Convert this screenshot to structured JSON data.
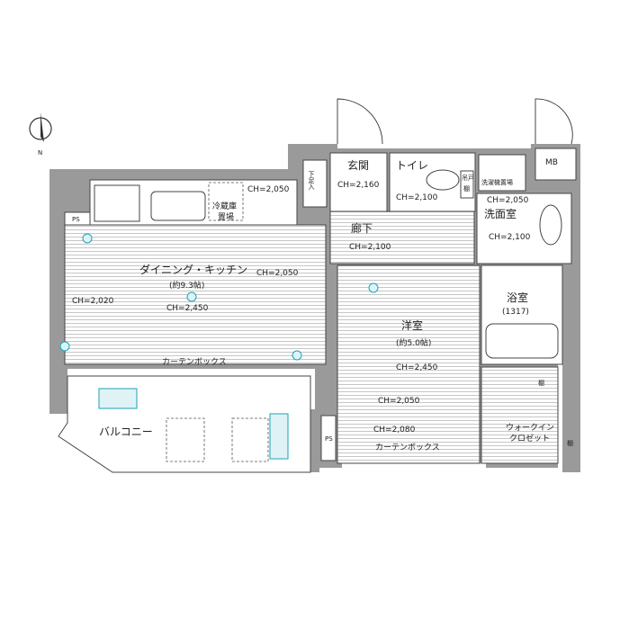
{
  "compass": {
    "label": "N"
  },
  "rooms": {
    "dk": {
      "name": "ダイニング・キッチン",
      "size": "(約9.3帖)",
      "ch_center": "CH=2,450",
      "ch_right": "CH=2,050",
      "ch_left": "CH=2,020"
    },
    "fridge": {
      "name_1": "冷蔵庫",
      "name_2": "置場",
      "ch": "CH=2,050"
    },
    "shoes": {
      "name": "下足入"
    },
    "entrance": {
      "name": "玄関",
      "ch": "CH=2,160"
    },
    "toilet": {
      "name": "トイレ",
      "ch": "CH=2,100",
      "cabinet_1": "吊戸",
      "cabinet_2": "棚"
    },
    "laundry": {
      "name": "洗濯機置場",
      "ch": "CH=2,050"
    },
    "mb": {
      "name": "MB"
    },
    "washroom": {
      "name": "洗面室",
      "ch": "CH=2,100"
    },
    "hallway": {
      "name": "廊下",
      "ch": "CH=2,100"
    },
    "bath": {
      "name": "浴室",
      "size": "(1317)"
    },
    "western": {
      "name": "洋室",
      "size": "(約5.0帖)",
      "ch_1": "CH=2,450",
      "ch_2": "CH=2,050",
      "ch_3": "CH=2,080"
    },
    "wic": {
      "name_1": "ウォークイン",
      "name_2": "クロゼット",
      "shelf_1": "棚",
      "shelf_2": "棚"
    },
    "ps_1": {
      "name": "PS"
    },
    "ps_2": {
      "name": "PS"
    },
    "balcony": {
      "name": "バルコニー"
    }
  },
  "curtain_box_1": "カーテンボックス",
  "curtain_box_2": "カーテンボックス",
  "colors": {
    "wall": "#9a9a9a",
    "fixture": "#1aa3b5"
  }
}
